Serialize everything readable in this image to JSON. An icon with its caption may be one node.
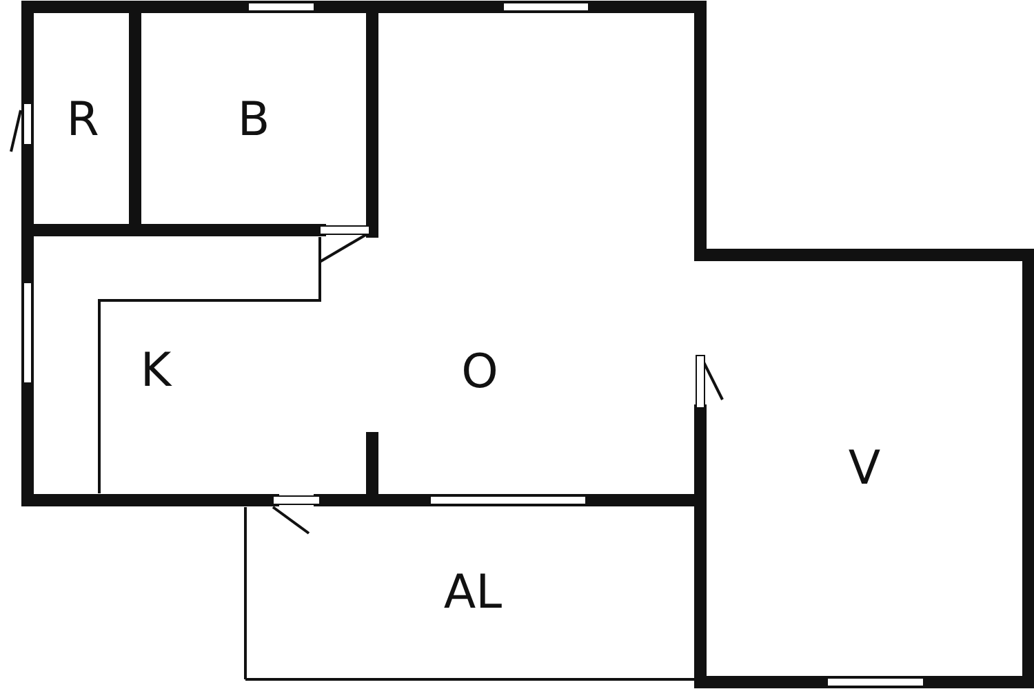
{
  "diagram": {
    "nodes": [
      {
        "text": [
          "R"
        ]
      },
      {
        "text": [
          "B"
        ]
      },
      {
        "text": [
          "K"
        ]
      },
      {
        "text": [
          "O"
        ]
      },
      {
        "text": [
          "V"
        ]
      },
      {
        "text": [
          "AL"
        ]
      }
    ]
  }
}
